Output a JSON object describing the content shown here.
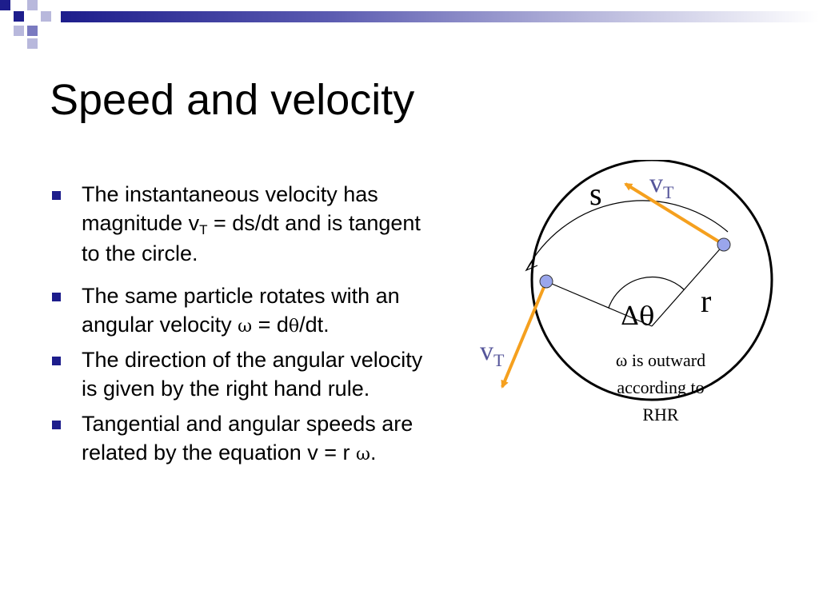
{
  "title": "Speed and velocity",
  "bullets": [
    {
      "text": "The instantaneous velocity has magnitude v",
      "sub": "T",
      "after": " = ds/dt and is tangent to the circle."
    },
    {
      "text": "The same particle rotates with an angular velocity ",
      "sym1": "ω",
      "mid": " = d",
      "sym2": "θ",
      "after": "/dt."
    },
    {
      "text": "The direction of the angular velocity is given by the right hand rule."
    },
    {
      "text": "Tangential and angular speeds are related by the equation v = r ",
      "sym": "ω",
      "after": "."
    }
  ],
  "diagram": {
    "arc_label": "s",
    "radius_label": "r",
    "angle_label": "Δθ",
    "velocity_label_main": "v",
    "velocity_label_sub": "T",
    "note_line1": "ω is outward",
    "note_line2": "according to",
    "note_line3": "RHR"
  },
  "colors": {
    "accent": "#1d1d8c",
    "vector": "#f5a01e",
    "point": "#9aa6ec",
    "label_blue": "#55559a"
  }
}
